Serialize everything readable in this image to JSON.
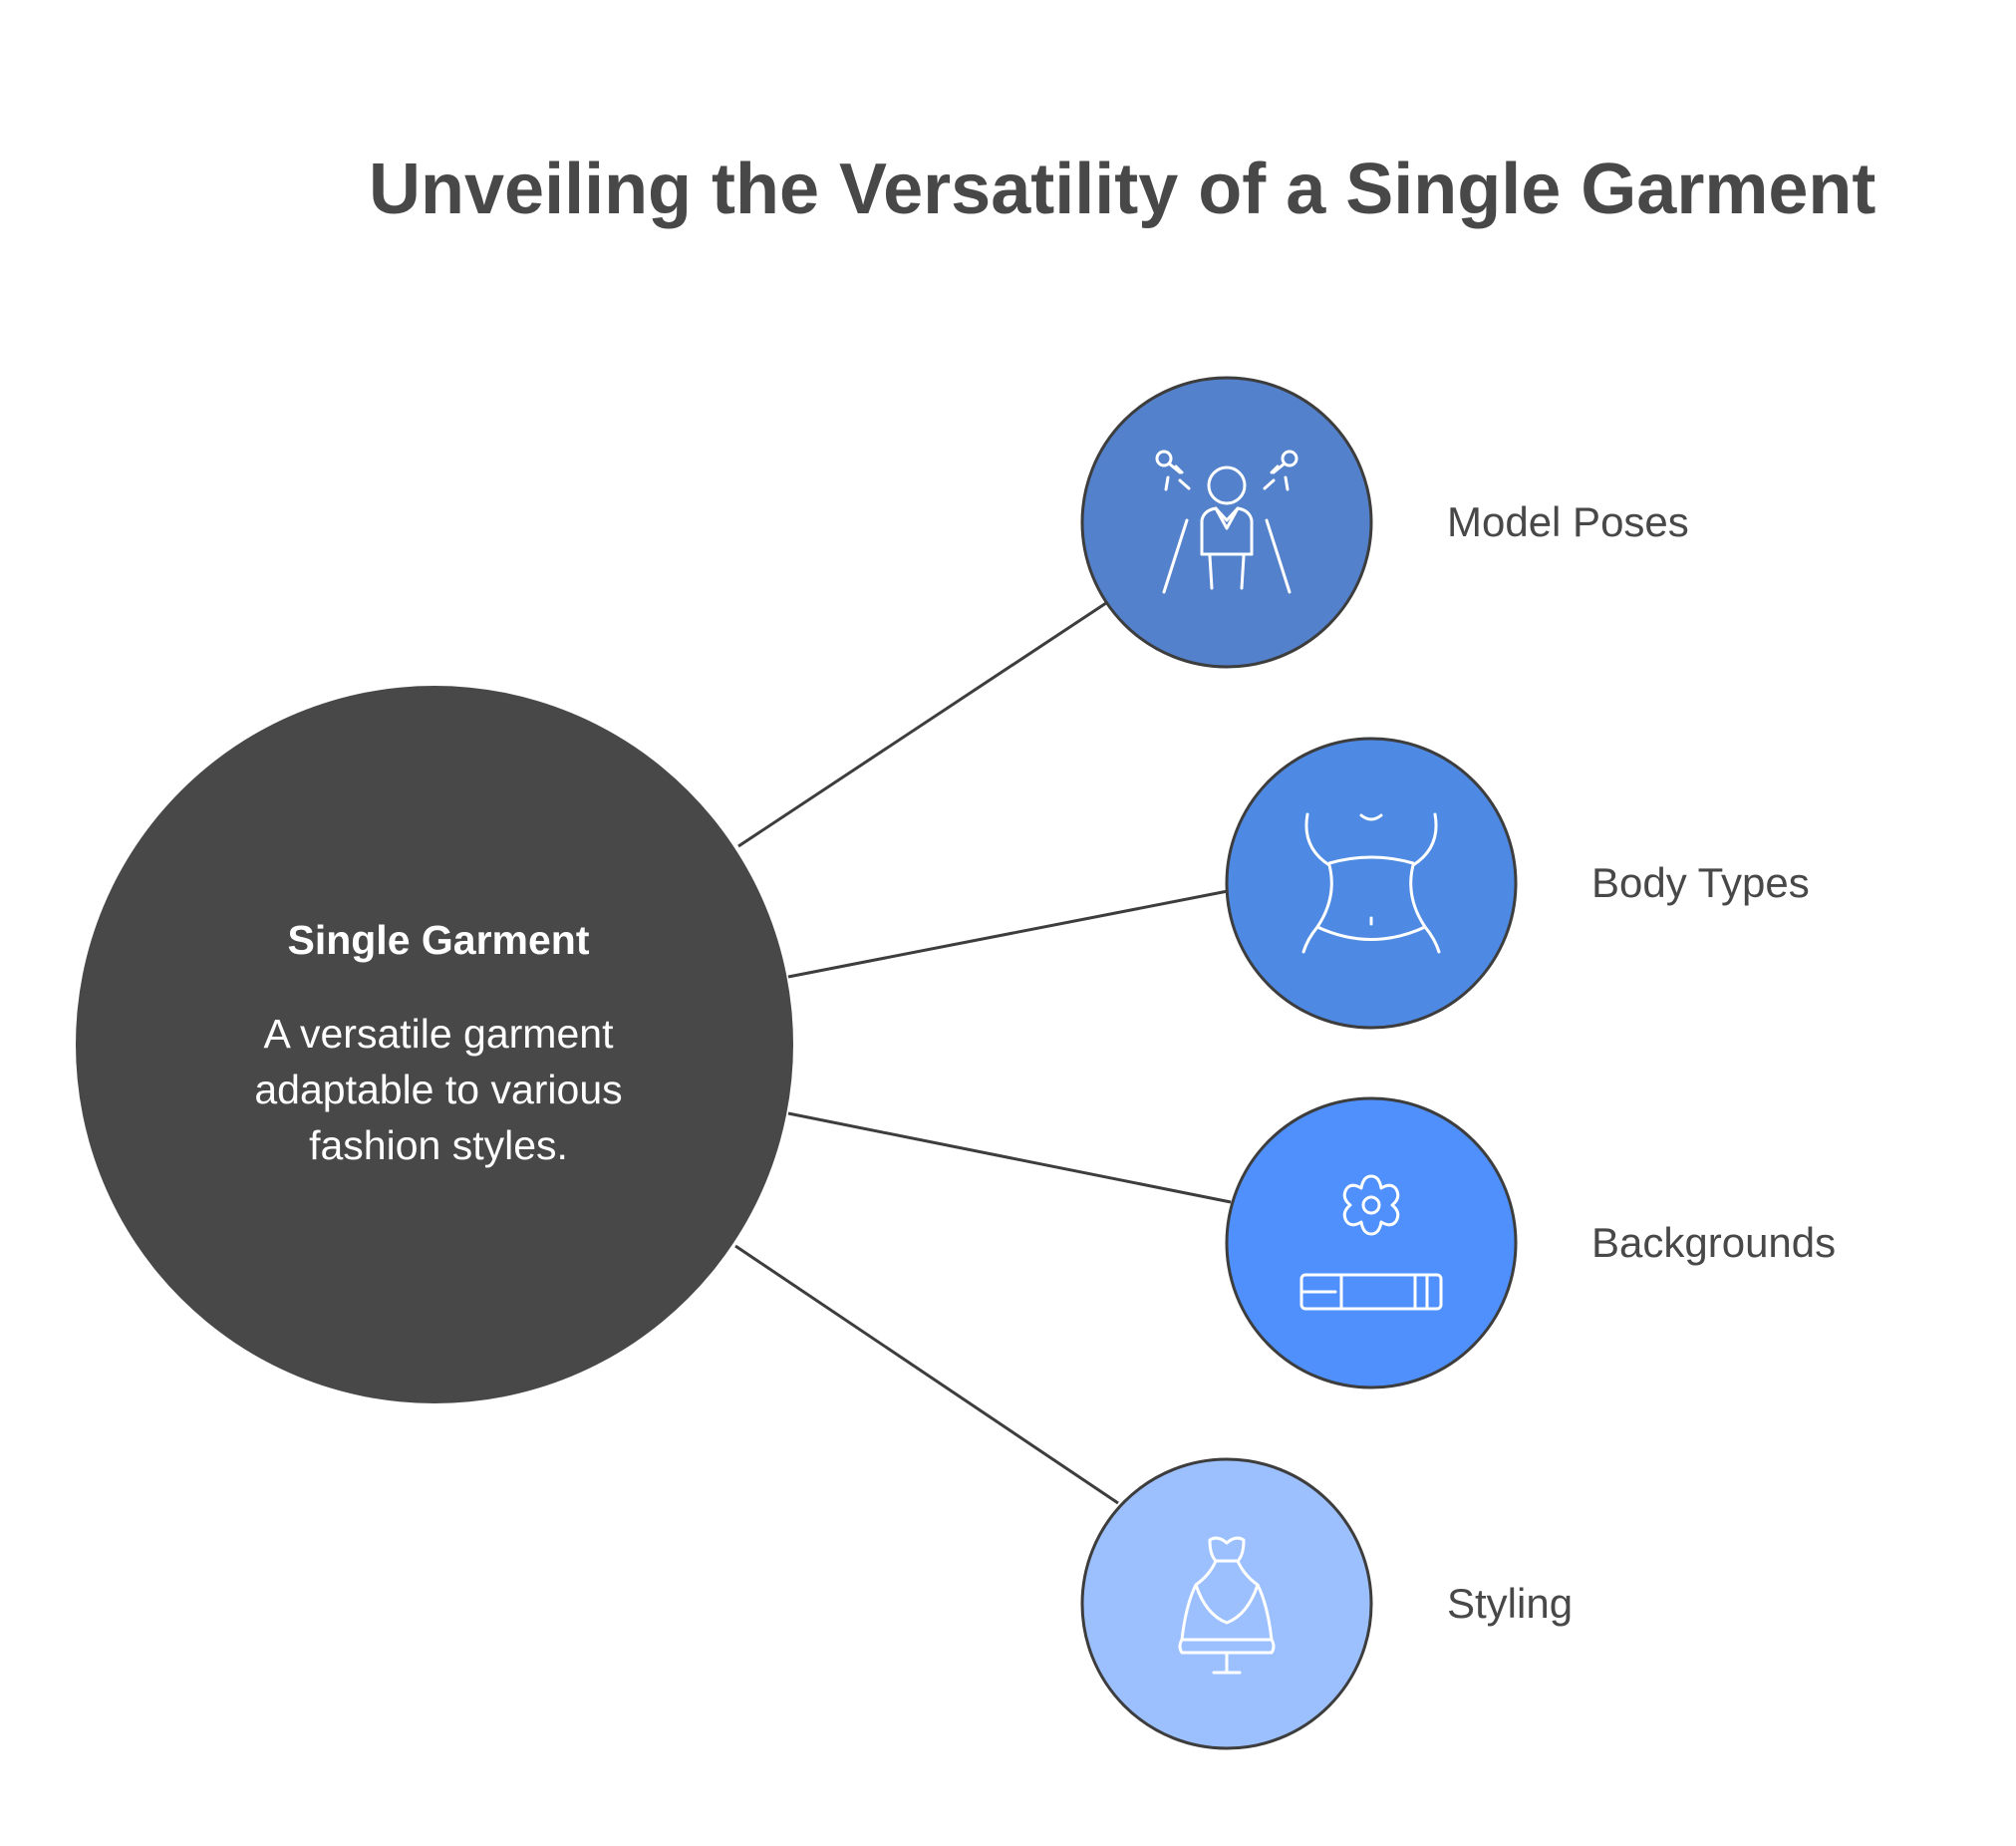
{
  "title": "Unveiling the Versatility of a Single Garment",
  "hub": {
    "title": "Single Garment",
    "description_lines": [
      "A versatile garment",
      "adaptable to various",
      "fashion styles."
    ]
  },
  "branches": [
    {
      "label": "Model Poses",
      "color": "#5381CB",
      "icon": "model-spotlight-icon"
    },
    {
      "label": "Body Types",
      "color": "#4E89E3",
      "icon": "torso-icon"
    },
    {
      "label": "Backgrounds",
      "color": "#4F90FC",
      "icon": "gear-ruler-icon"
    },
    {
      "label": "Styling",
      "color": "#9CC0FD",
      "icon": "dress-form-icon"
    }
  ],
  "colors": {
    "hub": "#484848",
    "text": "#484848",
    "connector": "#3d3d3d",
    "icon_stroke": "#ffffff"
  }
}
